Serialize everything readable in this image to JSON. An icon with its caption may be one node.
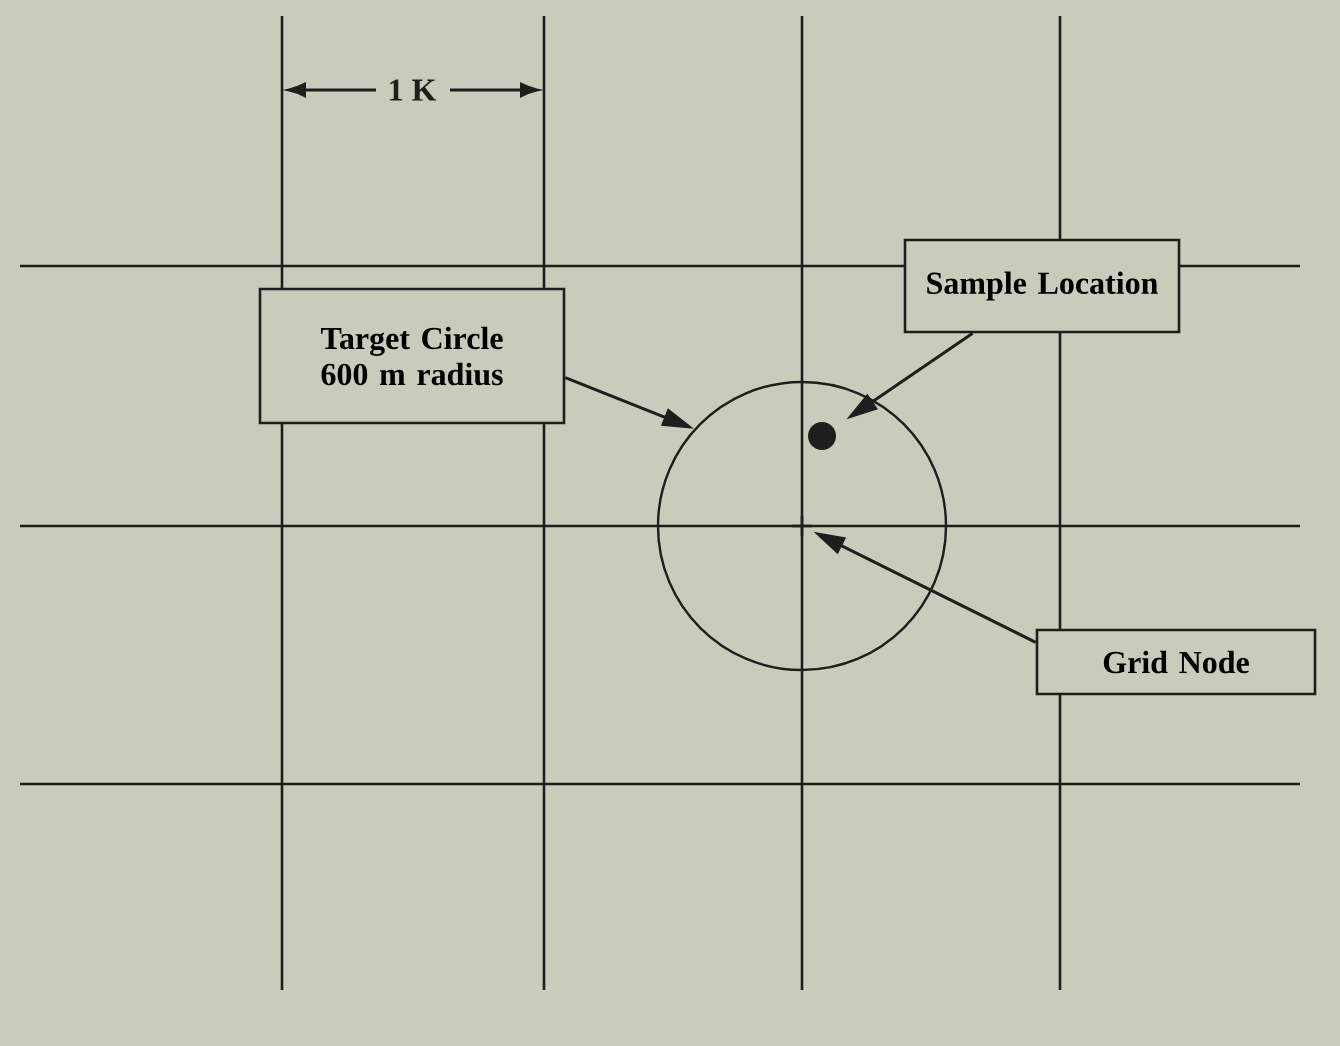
{
  "diagram": {
    "nodes": [
      {
        "text": [
          "Target Circle 600 m radius"
        ]
      },
      {
        "text": [
          "Sample Location"
        ]
      },
      {
        "text": [
          "Grid Node"
        ]
      },
      {
        "text": [],
        "shape": "circle"
      },
      {
        "text": [],
        "shape": "circle",
        "in": 3
      },
      {
        "text": [],
        "shape": "cross",
        "in": 3
      }
    ],
    "edges": [
      {
        "from": 0,
        "to": 3,
        "arrow": "to"
      },
      {
        "from": 1,
        "to": 4,
        "arrow": "to"
      },
      {
        "from": 2,
        "to": 5,
        "arrow": "to"
      }
    ],
    "labels": [
      "1 K"
    ]
  }
}
